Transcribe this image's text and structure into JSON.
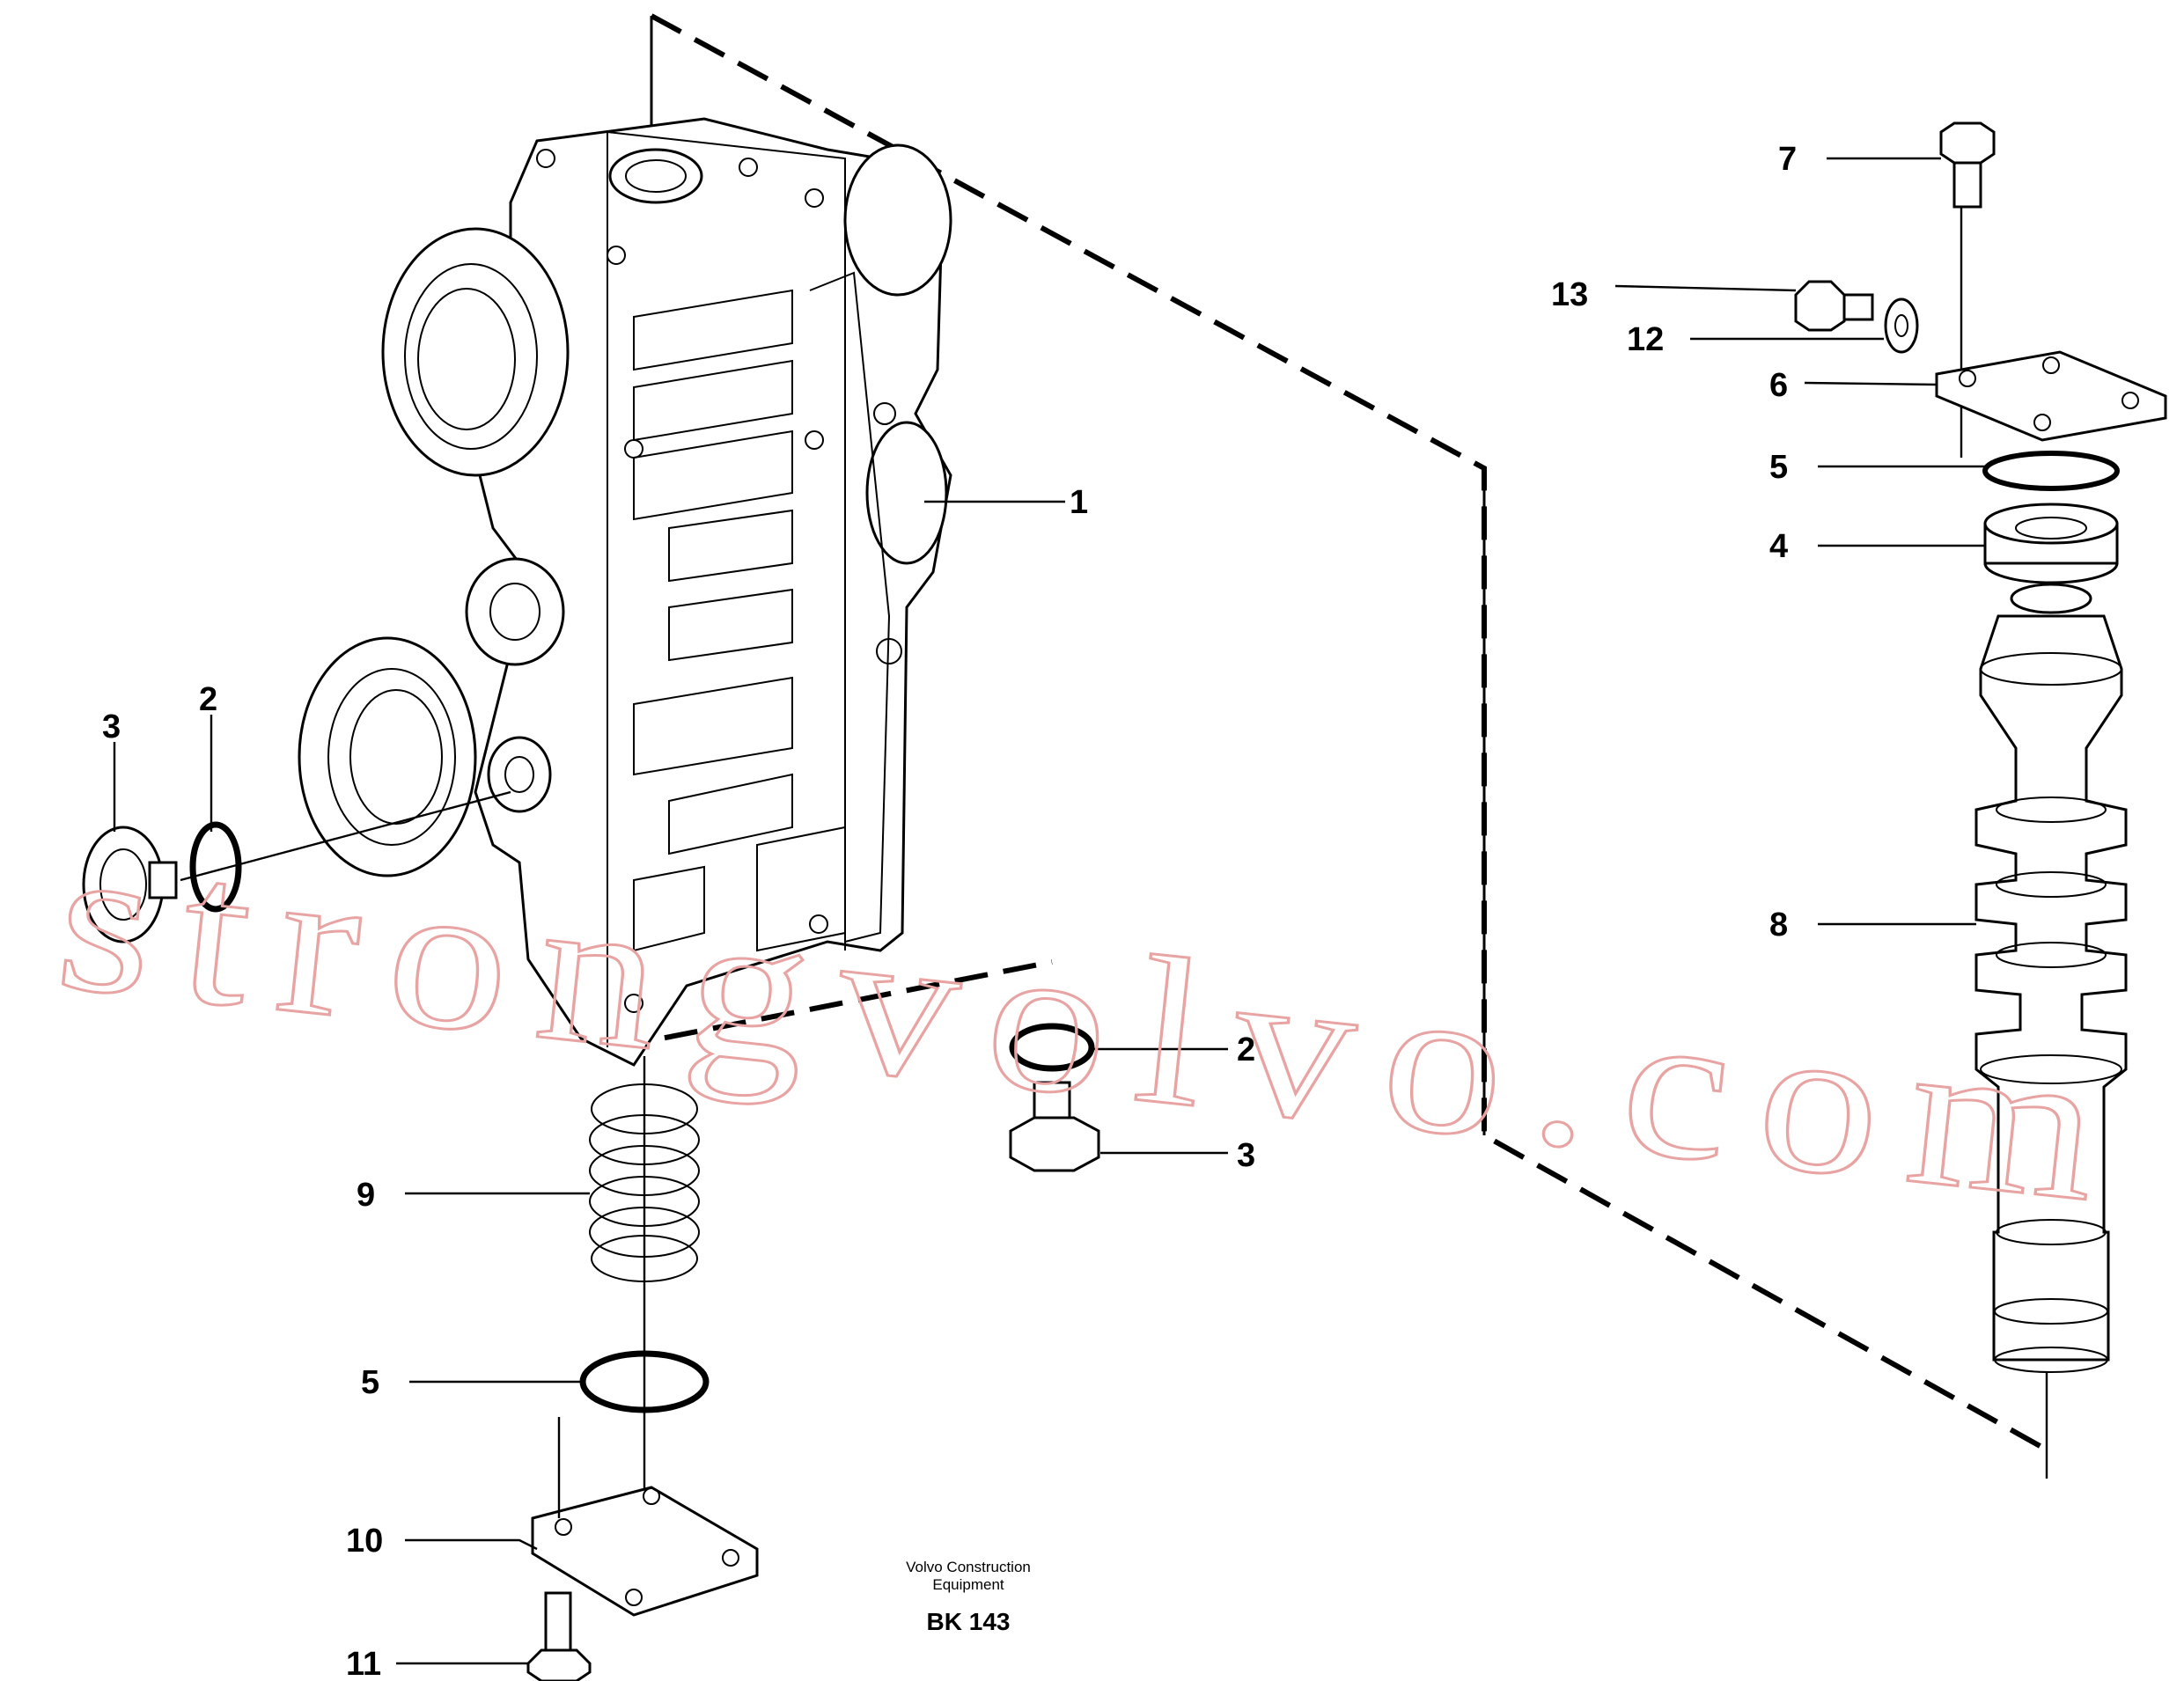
{
  "diagram": {
    "caption": {
      "line1": "Volvo Construction",
      "line2": "Equipment",
      "code": "BK 143"
    },
    "watermark": "strongvolvo.com",
    "callouts": [
      {
        "id": "c1",
        "label": "1"
      },
      {
        "id": "c2a",
        "label": "2"
      },
      {
        "id": "c3a",
        "label": "3"
      },
      {
        "id": "c2b",
        "label": "2"
      },
      {
        "id": "c3b",
        "label": "3"
      },
      {
        "id": "c9",
        "label": "9"
      },
      {
        "id": "c5a",
        "label": "5"
      },
      {
        "id": "c10",
        "label": "10"
      },
      {
        "id": "c11",
        "label": "11"
      },
      {
        "id": "c7",
        "label": "7"
      },
      {
        "id": "c13",
        "label": "13"
      },
      {
        "id": "c12",
        "label": "12"
      },
      {
        "id": "c6",
        "label": "6"
      },
      {
        "id": "c5b",
        "label": "5"
      },
      {
        "id": "c4",
        "label": "4"
      },
      {
        "id": "c8",
        "label": "8"
      }
    ]
  }
}
